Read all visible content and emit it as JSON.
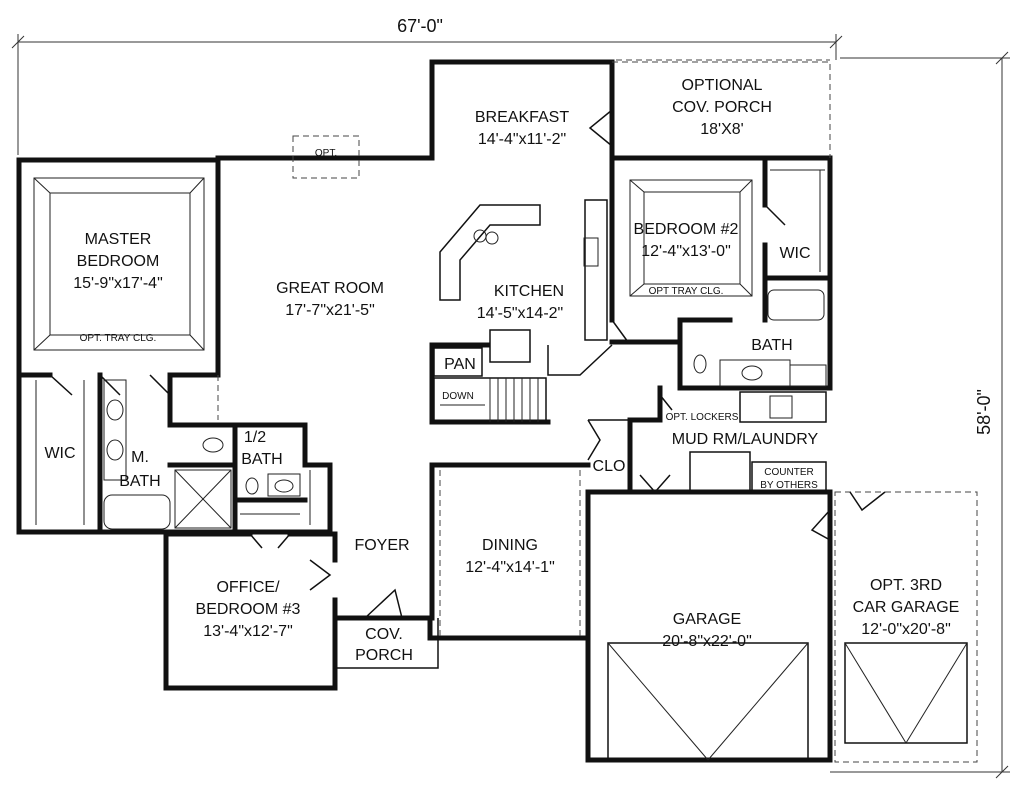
{
  "dimensions": {
    "width": "67'-0\"",
    "depth": "58'-0\""
  },
  "rooms": {
    "master_bedroom": {
      "name1": "MASTER",
      "name2": "BEDROOM",
      "size": "15'-9\"x17'-4\"",
      "note": "OPT. TRAY CLG."
    },
    "great_room": {
      "name": "GREAT ROOM",
      "size": "17'-7\"x21'-5\""
    },
    "breakfast": {
      "name": "BREAKFAST",
      "size": "14'-4\"x11'-2\""
    },
    "kitchen": {
      "name": "KITCHEN",
      "size": "14'-5\"x14-2\""
    },
    "covered_porch_opt": {
      "name1": "OPTIONAL",
      "name2": "COV. PORCH",
      "size": "18'X8'"
    },
    "bedroom2": {
      "name": "BEDROOM #2",
      "size": "12'-4\"x13'-0\"",
      "note": "OPT TRAY CLG."
    },
    "wic2": {
      "name": "WIC"
    },
    "bath2": {
      "name": "BATH"
    },
    "wic_master": {
      "name": "WIC"
    },
    "master_bath": {
      "name1": "M.",
      "name2": "BATH"
    },
    "half_bath": {
      "name1": "1/2",
      "name2": "BATH"
    },
    "pantry": {
      "name": "PAN"
    },
    "stairs": {
      "name": "DOWN"
    },
    "mud_room": {
      "name": "MUD RM/LAUNDRY",
      "lockers": "OPT. LOCKERS",
      "counter1": "COUNTER",
      "counter2": "BY OTHERS"
    },
    "closet": {
      "name": "CLO"
    },
    "foyer": {
      "name": "FOYER"
    },
    "dining": {
      "name": "DINING",
      "size": "12'-4\"x14'-1\""
    },
    "office": {
      "name1": "OFFICE/",
      "name2": "BEDROOM #3",
      "size": "13'-4\"x12'-7\""
    },
    "cov_porch": {
      "name1": "COV.",
      "name2": "PORCH"
    },
    "garage": {
      "name": "GARAGE",
      "size": "20'-8\"x22'-0\""
    },
    "garage3": {
      "name1": "OPT. 3RD",
      "name2": "CAR GARAGE",
      "size": "12'-0\"x20'-8\""
    },
    "opt_window": {
      "name": "OPT."
    }
  }
}
